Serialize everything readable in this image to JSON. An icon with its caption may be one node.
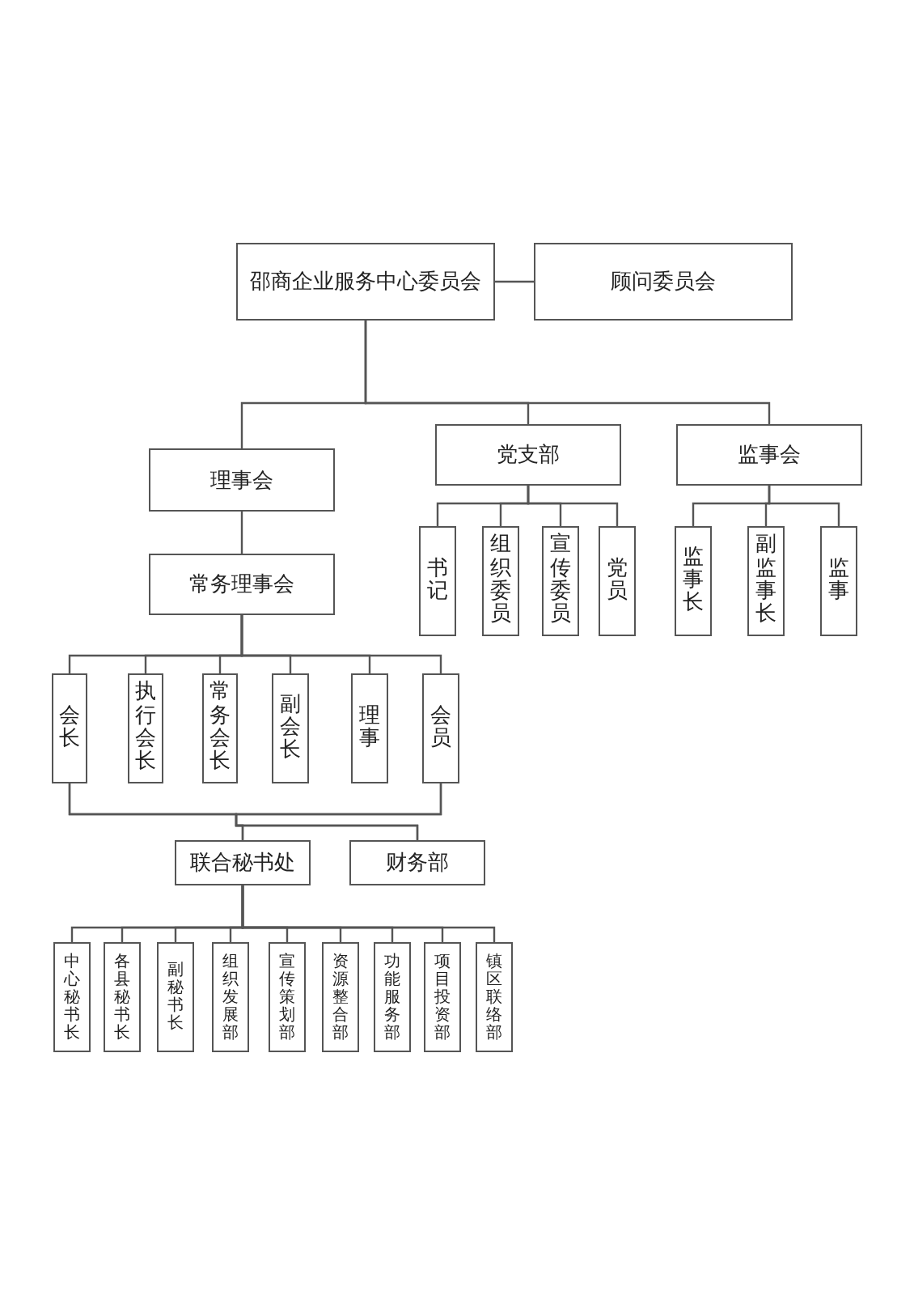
{
  "diagram": {
    "nodes": [
      {
        "text": [
          "邵商企业服务中心委员会"
        ]
      },
      {
        "text": [
          "顾问委员会"
        ]
      },
      {
        "text": [
          "理事会"
        ]
      },
      {
        "text": [
          "党支部"
        ]
      },
      {
        "text": [
          "监事会"
        ]
      },
      {
        "text": [
          "常务理事会"
        ]
      },
      {
        "text": [
          "书记"
        ]
      },
      {
        "text": [
          "组织委员"
        ]
      },
      {
        "text": [
          "宣传委员"
        ]
      },
      {
        "text": [
          "党员"
        ]
      },
      {
        "text": [
          "监事长"
        ]
      },
      {
        "text": [
          "副监事长"
        ]
      },
      {
        "text": [
          "监事"
        ]
      },
      {
        "text": [
          "会长"
        ]
      },
      {
        "text": [
          "执行会长"
        ]
      },
      {
        "text": [
          "常务会长"
        ]
      },
      {
        "text": [
          "副会长"
        ]
      },
      {
        "text": [
          "理事"
        ]
      },
      {
        "text": [
          "会员"
        ]
      },
      {
        "text": [
          "联合秘书处"
        ]
      },
      {
        "text": [
          "财务部"
        ]
      },
      {
        "text": [
          "中心秘书长"
        ]
      },
      {
        "text": [
          "各县秘书长"
        ]
      },
      {
        "text": [
          "副秘书长"
        ]
      },
      {
        "text": [
          "组织发展部"
        ]
      },
      {
        "text": [
          "宣传策划部"
        ]
      },
      {
        "text": [
          "资源整合部"
        ]
      },
      {
        "text": [
          "功能服务部"
        ]
      },
      {
        "text": [
          "项目投资部"
        ]
      },
      {
        "text": [
          "镇区联络部"
        ]
      }
    ],
    "edges": [
      {
        "from": 0,
        "to": 1,
        "arrow": "none"
      },
      {
        "from": 0,
        "to": 2,
        "arrow": "none"
      },
      {
        "from": 0,
        "to": 3,
        "arrow": "none"
      },
      {
        "from": 0,
        "to": 4,
        "arrow": "none"
      },
      {
        "from": 2,
        "to": 5,
        "arrow": "none"
      },
      {
        "from": 3,
        "to": 6,
        "arrow": "none"
      },
      {
        "from": 3,
        "to": 7,
        "arrow": "none"
      },
      {
        "from": 3,
        "to": 8,
        "arrow": "none"
      },
      {
        "from": 3,
        "to": 9,
        "arrow": "none"
      },
      {
        "from": 4,
        "to": 10,
        "arrow": "none"
      },
      {
        "from": 4,
        "to": 11,
        "arrow": "none"
      },
      {
        "from": 4,
        "to": 12,
        "arrow": "none"
      },
      {
        "from": 5,
        "to": 13,
        "arrow": "none"
      },
      {
        "from": 5,
        "to": 14,
        "arrow": "none"
      },
      {
        "from": 5,
        "to": 15,
        "arrow": "none"
      },
      {
        "from": 5,
        "to": 16,
        "arrow": "none"
      },
      {
        "from": 5,
        "to": 17,
        "arrow": "none"
      },
      {
        "from": 5,
        "to": 18,
        "arrow": "none"
      },
      {
        "from": 13,
        "to": 19,
        "arrow": "none"
      },
      {
        "from": 13,
        "to": 20,
        "arrow": "none"
      },
      {
        "from": 18,
        "to": 19,
        "arrow": "none"
      },
      {
        "from": 18,
        "to": 20,
        "arrow": "none"
      },
      {
        "from": 19,
        "to": 21,
        "arrow": "none"
      },
      {
        "from": 19,
        "to": 22,
        "arrow": "none"
      },
      {
        "from": 19,
        "to": 23,
        "arrow": "none"
      },
      {
        "from": 19,
        "to": 24,
        "arrow": "none"
      },
      {
        "from": 19,
        "to": 25,
        "arrow": "none"
      },
      {
        "from": 19,
        "to": 26,
        "arrow": "none"
      },
      {
        "from": 19,
        "to": 27,
        "arrow": "none"
      },
      {
        "from": 19,
        "to": 28,
        "arrow": "none"
      },
      {
        "from": 19,
        "to": 29,
        "arrow": "none"
      }
    ]
  }
}
